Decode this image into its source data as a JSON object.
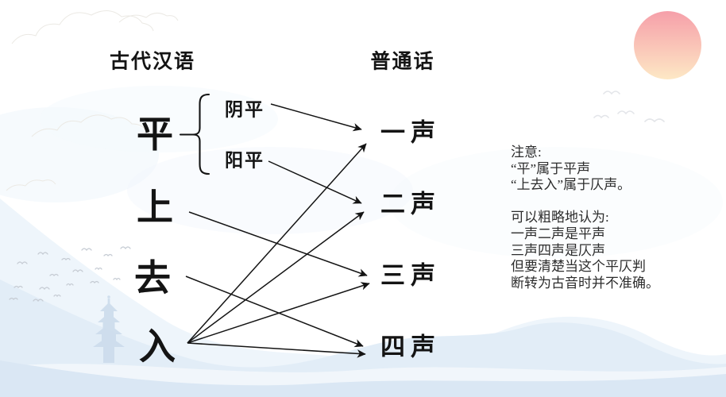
{
  "slide": {
    "left_header": "古代汉语",
    "right_header": "普通话"
  },
  "diagram": {
    "ancient_tones": [
      {
        "key": "ping",
        "label": "平"
      },
      {
        "key": "shang",
        "label": "上"
      },
      {
        "key": "qu",
        "label": "去"
      },
      {
        "key": "ru",
        "label": "入"
      }
    ],
    "ping_subtypes": [
      {
        "key": "yinping",
        "label": "阴平"
      },
      {
        "key": "yangping",
        "label": "阳平"
      }
    ],
    "mandarin_tones": [
      {
        "key": "tone1",
        "label": "一声"
      },
      {
        "key": "tone2",
        "label": "二声"
      },
      {
        "key": "tone3",
        "label": "三声"
      },
      {
        "key": "tone4",
        "label": "四声"
      }
    ],
    "connections": [
      {
        "from": "yinping",
        "to": "tone1",
        "from_label": "阴平",
        "to_label": "一声"
      },
      {
        "from": "yangping",
        "to": "tone2",
        "from_label": "阳平",
        "to_label": "二声"
      },
      {
        "from": "shang",
        "to": "tone3",
        "from_label": "上",
        "to_label": "三声"
      },
      {
        "from": "qu",
        "to": "tone4",
        "from_label": "去",
        "to_label": "四声"
      },
      {
        "from": "ru",
        "to": "tone1",
        "from_label": "入",
        "to_label": "一声"
      },
      {
        "from": "ru",
        "to": "tone2",
        "from_label": "入",
        "to_label": "二声"
      },
      {
        "from": "ru",
        "to": "tone3",
        "from_label": "入",
        "to_label": "三声"
      },
      {
        "from": "ru",
        "to": "tone4",
        "from_label": "入",
        "to_label": "四声"
      }
    ]
  },
  "note": {
    "lines": [
      "注意:",
      "“平”属于平声",
      "“上去入”属于仄声。",
      "",
      "可以粗略地认为:",
      "一声二声是平声",
      "三声四声是仄声",
      "但要清楚当这个平仄判",
      "断转为古音时并不准确。"
    ]
  },
  "colors": {
    "ink": "#141414",
    "note_ink": "#2d2d2d",
    "sun_top": "#f69fa9",
    "sun_bottom": "#fde8c5",
    "mountain_far": "#eef5fb",
    "mountain_mid": "#e2edf7",
    "mountain_near": "#dae7f4",
    "pagoda": "#ccdcec",
    "bird_dark": "#c6ccd4",
    "bird_faint": "#e3e5e9",
    "cloud_line": "#ebe9e4"
  }
}
